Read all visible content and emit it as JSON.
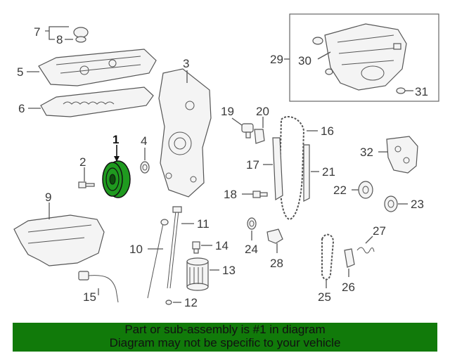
{
  "colors": {
    "banner_bg": "#117a0a",
    "highlight": "#1f9a1f",
    "line": "#555555"
  },
  "callouts": {
    "c1": "1",
    "c2": "2",
    "c3": "3",
    "c4": "4",
    "c5": "5",
    "c6": "6",
    "c7": "7",
    "c8": "8",
    "c9": "9",
    "c10": "10",
    "c11": "11",
    "c12": "12",
    "c13": "13",
    "c14": "14",
    "c15": "15",
    "c16": "16",
    "c17": "17",
    "c18": "18",
    "c19": "19",
    "c20": "20",
    "c21": "21",
    "c22": "22",
    "c23": "23",
    "c24": "24",
    "c25": "25",
    "c26": "26",
    "c27": "27",
    "c28": "28",
    "c29": "29",
    "c30": "30",
    "c31": "31",
    "c32": "32"
  },
  "highlighted_part": "1",
  "banner": {
    "line1": "Part or sub-assembly is #1 in diagram",
    "line2": "Diagram may not be specific to your vehicle"
  }
}
